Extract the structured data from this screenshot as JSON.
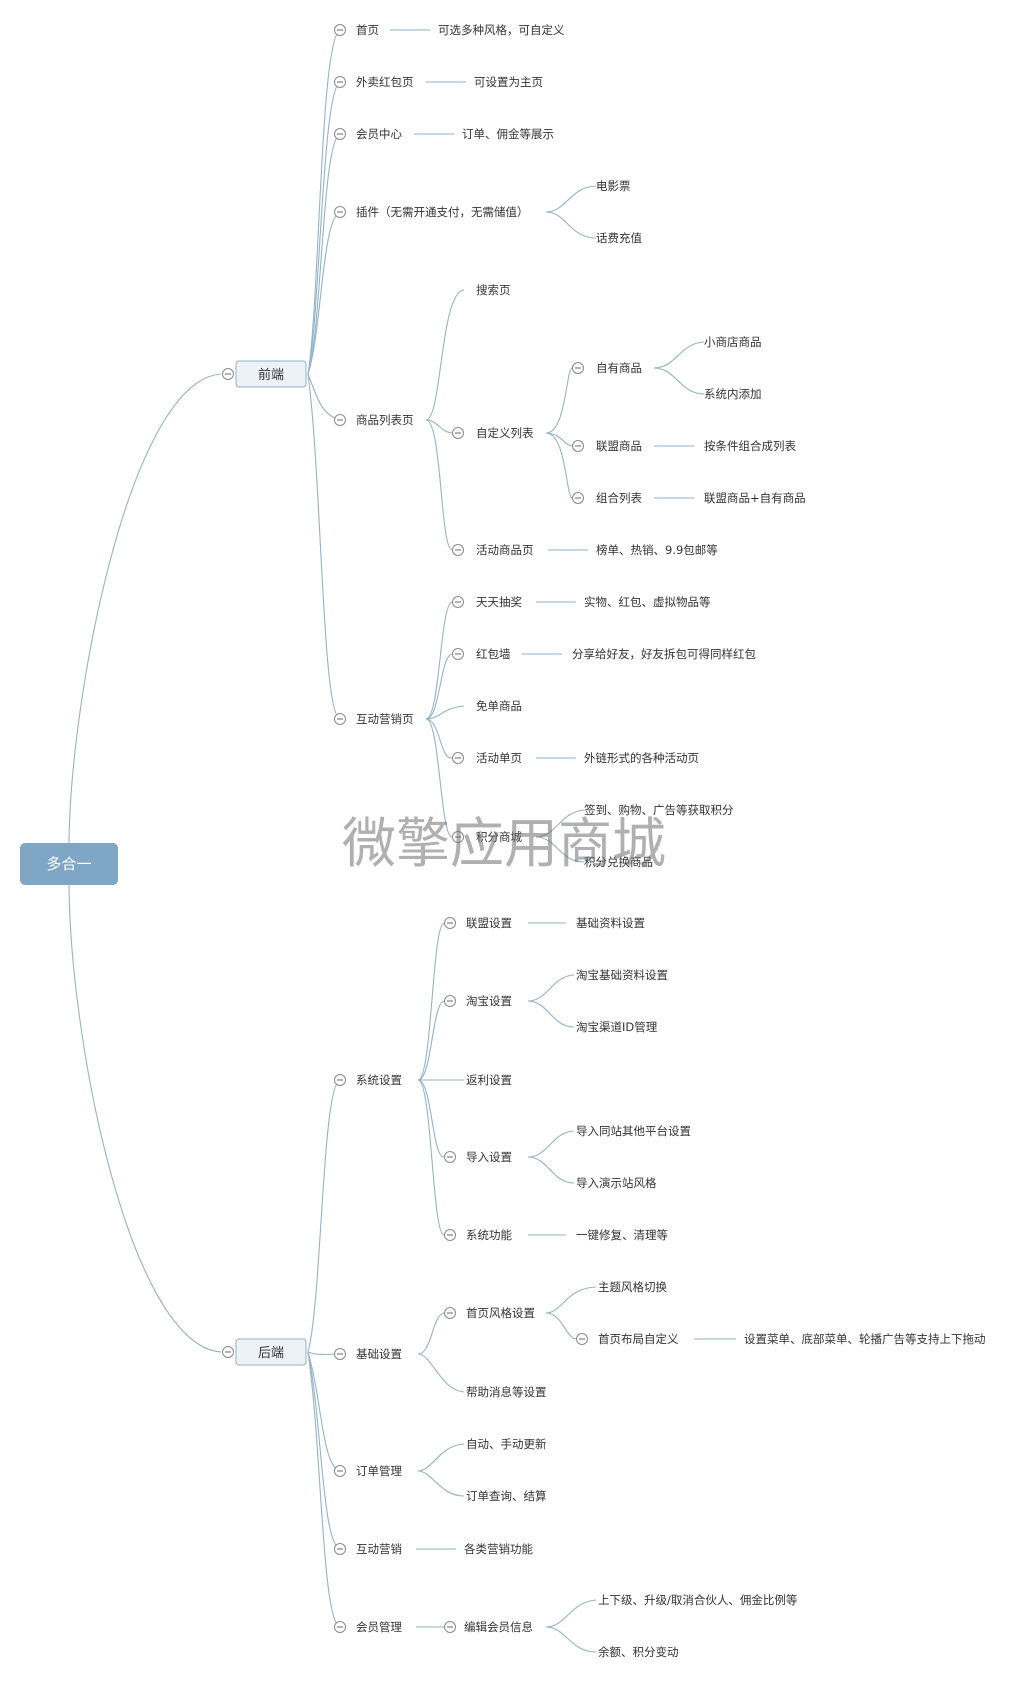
{
  "colors": {
    "root": "#7fa6c5",
    "edge": "#93b3c9",
    "box_border": "#8fb1c9",
    "box_fill": "#ecf2f8"
  },
  "watermark": "微擎应用商城",
  "root": {
    "label": "多合一"
  },
  "branches": {
    "frontend": {
      "label": "前端",
      "home": {
        "label": "首页",
        "note": "可选多种风格，可自定义"
      },
      "redpack_page": {
        "label": "外卖红包页",
        "note": "可设置为主页"
      },
      "member_center": {
        "label": "会员中心",
        "note": "订单、佣金等展示"
      },
      "plugin": {
        "label": "插件（无需开通支付，无需储值）",
        "items": [
          "电影票",
          "话费充值"
        ]
      },
      "goods_list": {
        "label": "商品列表页",
        "search": "搜索页",
        "custom_list": {
          "label": "自定义列表",
          "own_goods": {
            "label": "自有商品",
            "items": [
              "小商店商品",
              "系统内添加"
            ]
          },
          "union_goods": {
            "label": "联盟商品",
            "note": "按条件组合成列表"
          },
          "combo_list": {
            "label": "组合列表",
            "note": "联盟商品+自有商品"
          }
        },
        "activity_goods": {
          "label": "活动商品页",
          "note": "榜单、热销、9.9包邮等"
        }
      },
      "marketing": {
        "label": "互动营销页",
        "lottery": {
          "label": "天天抽奖",
          "note": "实物、红包、虚拟物品等"
        },
        "redpack_wall": {
          "label": "红包墙",
          "note": "分享给好友，好友拆包可得同样红包"
        },
        "free_goods": "免单商品",
        "activity_single": {
          "label": "活动单页",
          "note": "外链形式的各种活动页"
        },
        "points_mall": {
          "label": "积分商城",
          "items": [
            "签到、购物、广告等获取积分",
            "积分兑换商品"
          ]
        }
      }
    },
    "backend": {
      "label": "后端",
      "system": {
        "label": "系统设置",
        "union": {
          "label": "联盟设置",
          "note": "基础资料设置"
        },
        "taobao": {
          "label": "淘宝设置",
          "items": [
            "淘宝基础资料设置",
            "淘宝渠道ID管理"
          ]
        },
        "rebate": "返利设置",
        "import": {
          "label": "导入设置",
          "items": [
            "导入同站其他平台设置",
            "导入演示站风格"
          ]
        },
        "functions": {
          "label": "系统功能",
          "note": "一键修复、清理等"
        }
      },
      "basic": {
        "label": "基础设置",
        "home_style": {
          "label": "首页风格设置",
          "theme": "主题风格切换",
          "layout": {
            "label": "首页布局自定义",
            "note": "设置菜单、底部菜单、轮播广告等支持上下拖动"
          }
        },
        "help": "帮助消息等设置"
      },
      "orders": {
        "label": "订单管理",
        "items": [
          "自动、手动更新",
          "订单查询、结算"
        ]
      },
      "marketing": {
        "label": "互动营销",
        "note": "各类营销功能"
      },
      "members": {
        "label": "会员管理",
        "edit": {
          "label": "编辑会员信息",
          "items": [
            "上下级、升级/取消合伙人、佣金比例等",
            "余额、积分变动"
          ]
        }
      }
    }
  }
}
